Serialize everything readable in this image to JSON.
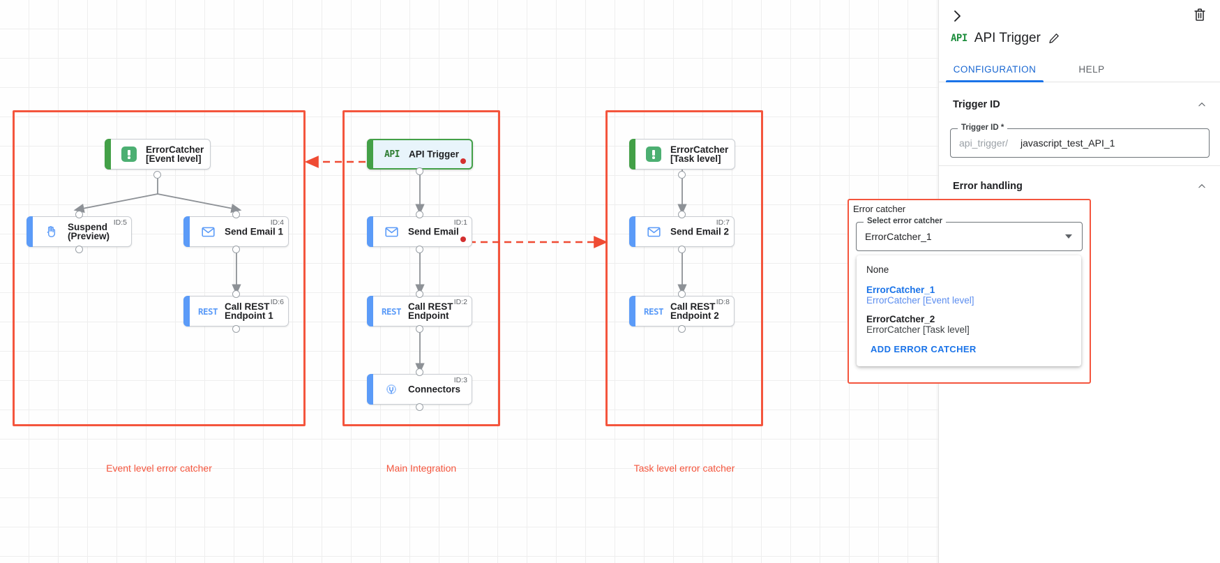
{
  "canvas": {
    "groups": [
      {
        "label": "Event level error catcher"
      },
      {
        "label": "Main Integration"
      },
      {
        "label": "Task level error catcher"
      }
    ],
    "nodes": [
      {
        "name": "ErrorCatcher\n[Event level]",
        "id_label": "",
        "icon": "error-catcher-icon"
      },
      {
        "name": "Suspend\n(Preview)",
        "id_label": "ID:5",
        "icon": "hand-icon"
      },
      {
        "name": "Send Email 1",
        "id_label": "ID:4",
        "icon": "envelope-icon"
      },
      {
        "name": "Call REST\nEndpoint 1",
        "id_label": "ID:6",
        "icon": "rest-icon"
      },
      {
        "name": "API Trigger",
        "id_label": "",
        "icon": "api-icon"
      },
      {
        "name": "Send Email",
        "id_label": "ID:1",
        "icon": "envelope-icon"
      },
      {
        "name": "Call REST\nEndpoint",
        "id_label": "ID:2",
        "icon": "rest-icon"
      },
      {
        "name": "Connectors",
        "id_label": "ID:3",
        "icon": "connector-plug-icon"
      },
      {
        "name": "ErrorCatcher\n[Task level]",
        "id_label": "",
        "icon": "error-catcher-icon"
      },
      {
        "name": "Send Email 2",
        "id_label": "ID:7",
        "icon": "envelope-icon"
      },
      {
        "name": "Call REST\nEndpoint 2",
        "id_label": "ID:8",
        "icon": "rest-icon"
      }
    ],
    "icon_text": {
      "api": "API",
      "rest": "REST"
    }
  },
  "panel": {
    "title": "API Trigger",
    "badge": "API",
    "tabs": [
      {
        "label": "CONFIGURATION"
      },
      {
        "label": "HELP"
      }
    ],
    "sections": {
      "trigger_id": {
        "heading": "Trigger ID",
        "field_legend": "Trigger ID *",
        "prefix": "api_trigger/",
        "value": "javascript_test_API_1"
      },
      "error_handling": {
        "heading": "Error handling",
        "group_label": "Error catcher",
        "select_legend": "Select error catcher",
        "select_value": "ErrorCatcher_1",
        "options": [
          {
            "main": "None",
            "sub": ""
          },
          {
            "main": "ErrorCatcher_1",
            "sub": "ErrorCatcher [Event level]"
          },
          {
            "main": "ErrorCatcher_2",
            "sub": "ErrorCatcher [Task level]"
          }
        ],
        "add_label": "ADD ERROR CATCHER"
      }
    }
  },
  "colors": {
    "accent_blue": "#1a73e8",
    "group_red": "#f4553d",
    "node_blue": "#5b9bf8",
    "node_green": "#43a047",
    "error_dot": "#d32f2f"
  }
}
